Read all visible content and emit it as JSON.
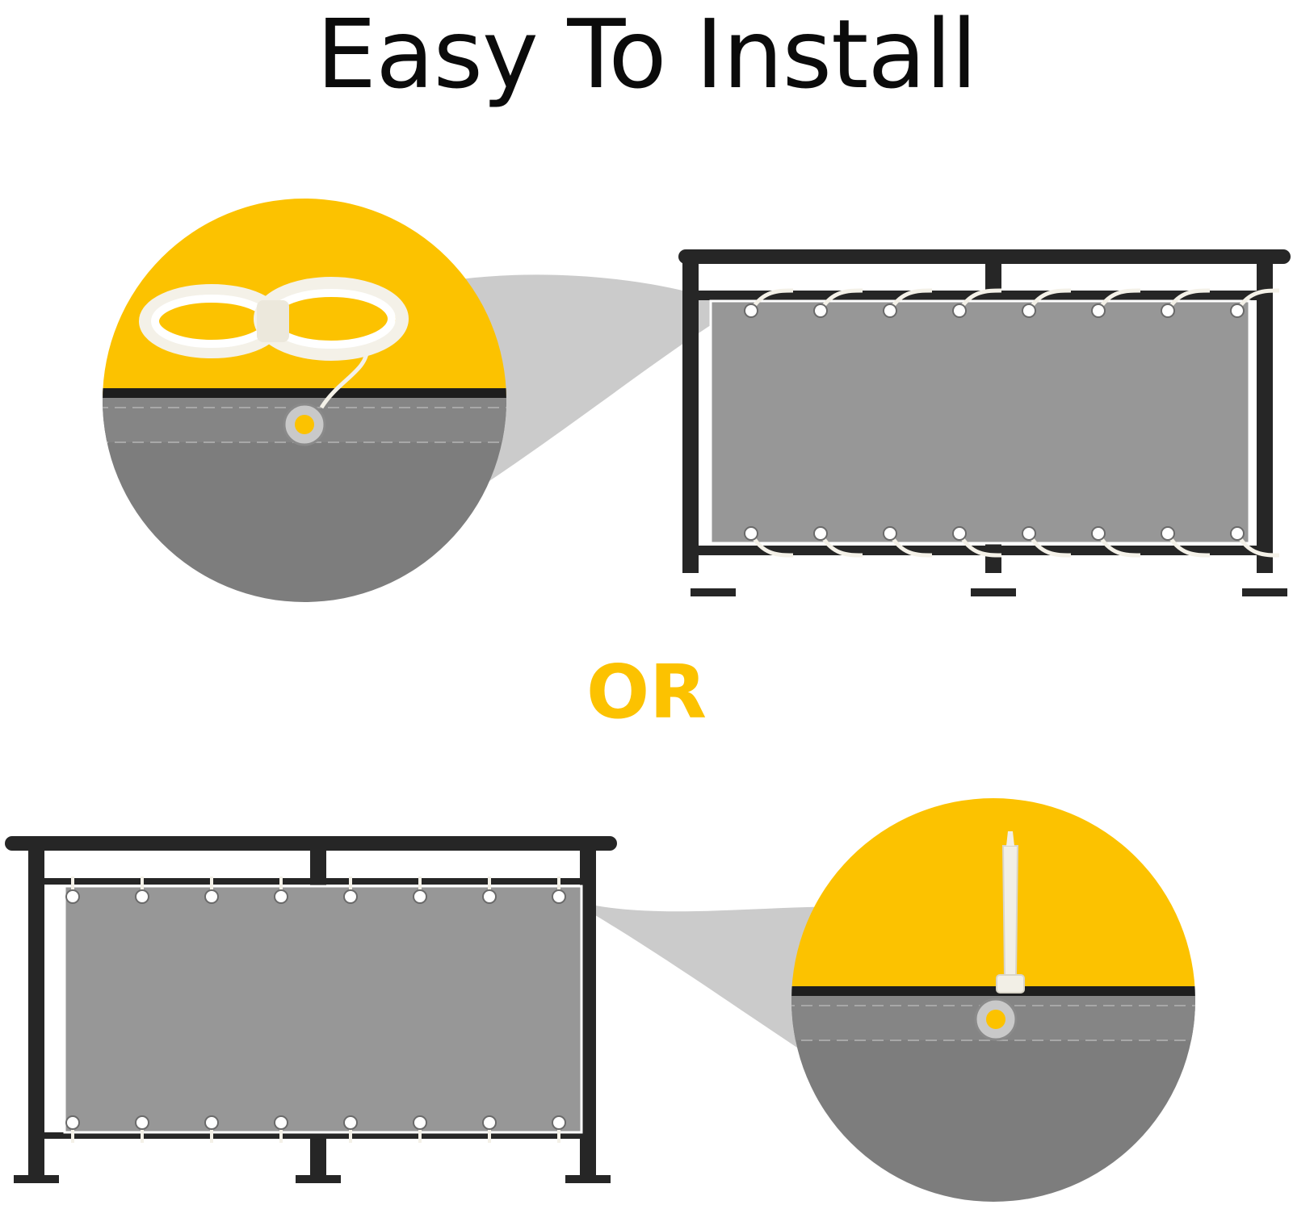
{
  "title": "Easy To Install",
  "separator": "OR",
  "colors": {
    "accent": "#FCC200",
    "panel": "#979797",
    "panel_dark": "#7D7D7D",
    "frame": "#262626",
    "callout": "#CBCBCB",
    "rope": "#F4F1E8"
  },
  "methods": [
    {
      "fastener": "rope",
      "icons": [
        "rope-coil-icon",
        "grommet-icon",
        "railing-icon"
      ]
    },
    {
      "fastener": "cable-tie",
      "icons": [
        "cable-tie-icon",
        "grommet-icon",
        "railing-icon"
      ]
    }
  ]
}
